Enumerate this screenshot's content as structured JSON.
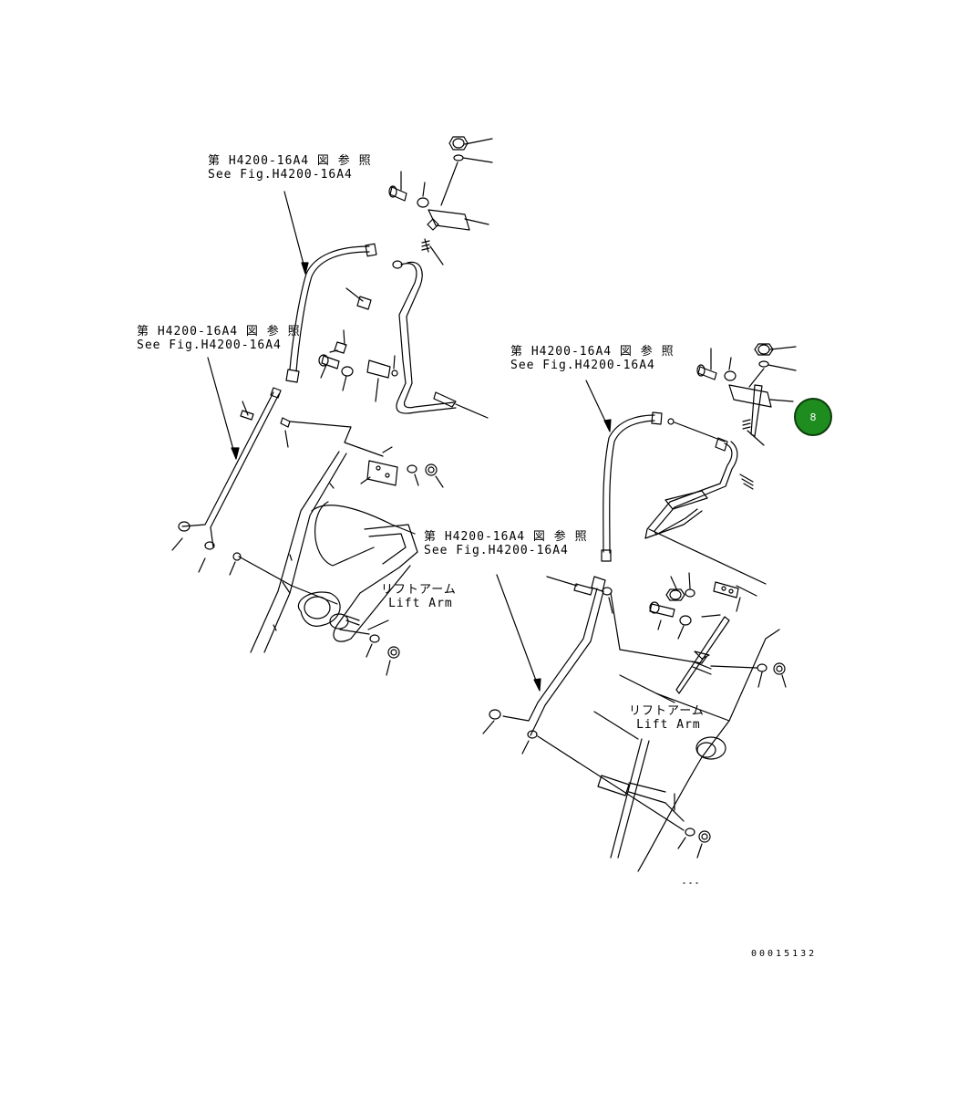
{
  "references": [
    {
      "jp": "第 H4200-16A4 図 参 照",
      "en": "See Fig.H4200-16A4"
    },
    {
      "jp": "第 H4200-16A4 図 参 照",
      "en": "See Fig.H4200-16A4"
    },
    {
      "jp": "第 H4200-16A4 図 参 照",
      "en": "See Fig.H4200-16A4"
    },
    {
      "jp": "第 H4200-16A4 図 参 照",
      "en": "See Fig.H4200-16A4"
    }
  ],
  "lift_arm": [
    {
      "jp": "リフトアーム",
      "en": "Lift Arm"
    },
    {
      "jp": "リフトアーム",
      "en": "Lift Arm"
    }
  ],
  "callout": {
    "number": "8",
    "fill": "#1e8c1e",
    "text_color": "#ffffff"
  },
  "drawing_number": "00015132",
  "colors": {
    "line": "#000000",
    "background": "#ffffff"
  }
}
